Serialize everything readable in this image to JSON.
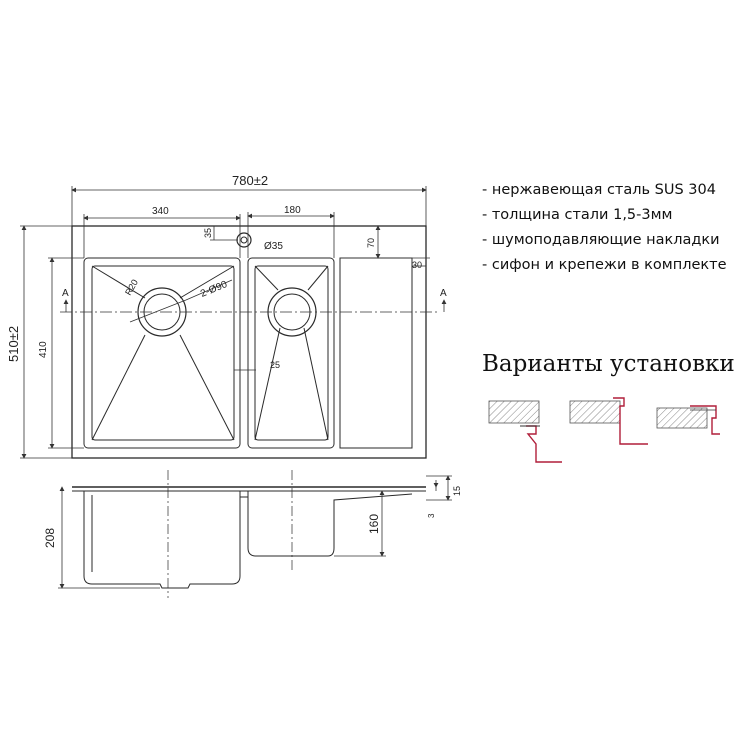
{
  "specs": [
    "- нержавеющая сталь SUS 304",
    "- толщина стали 1,5-3мм",
    "- шумоподавляющие накладки",
    "- сифон и крепежи в комплекте"
  ],
  "install_title": "Варианты установки",
  "dimensions": {
    "overall_width": "780±2",
    "overall_depth": "510±2",
    "left_bowl_width": "340",
    "right_bowl_width": "180",
    "faucet_offset": "35",
    "faucet_diameter": "Ø35",
    "top_margin": "70",
    "right_margin": "30",
    "bowl_depth": "410",
    "corner_radius": "R20",
    "drain_diameter": "2-Ø90",
    "divider": "25",
    "section_marker_left": "A",
    "section_marker_right": "A",
    "height_total": "208",
    "height_small_bowl": "160",
    "rim_height": "15",
    "rim_thickness": "3"
  },
  "colors": {
    "line": "#2a2a2a",
    "accent": "#b01e3a",
    "hatch": "#888888"
  }
}
